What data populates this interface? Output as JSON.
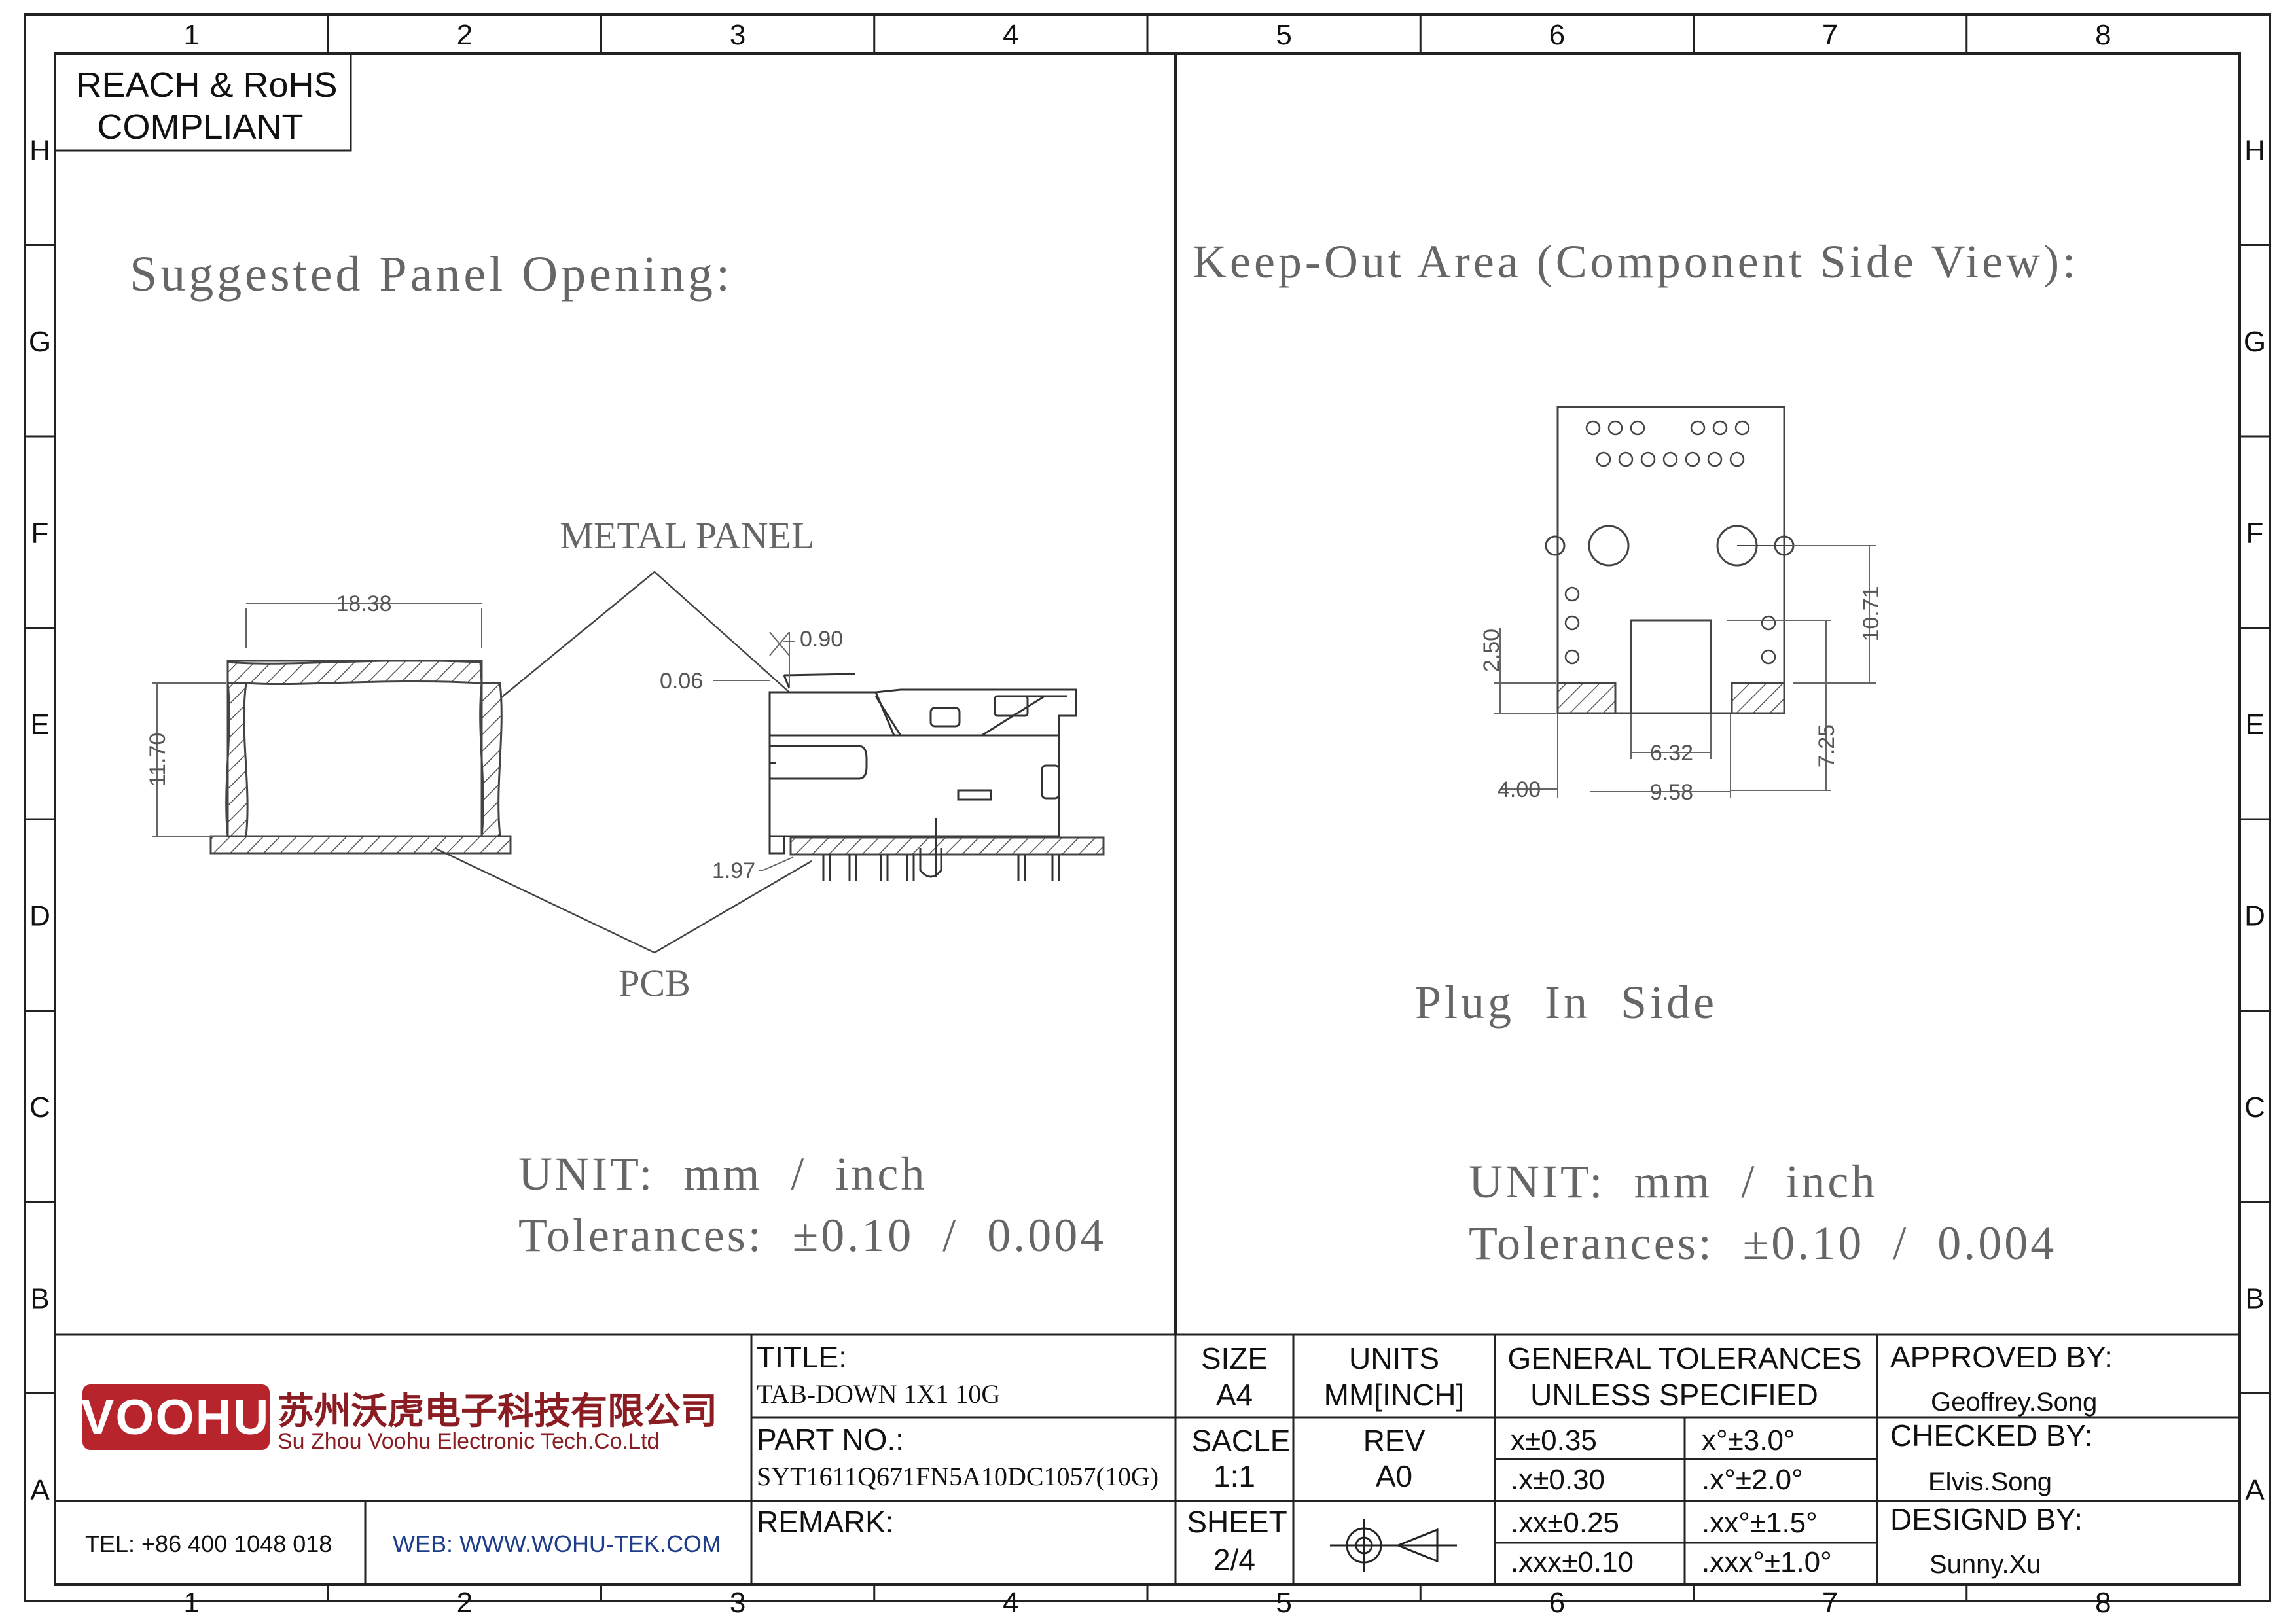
{
  "frame": {
    "columns": [
      "1",
      "2",
      "3",
      "4",
      "5",
      "6",
      "7",
      "8"
    ],
    "rows": [
      "H",
      "G",
      "F",
      "E",
      "D",
      "C",
      "B",
      "A"
    ]
  },
  "compliance": {
    "line1": "REACH & RoHS",
    "line2": "COMPLIANT"
  },
  "left_view": {
    "title": "Suggested Panel Opening:",
    "metal_panel_label": "METAL PANEL",
    "pcb_label": "PCB",
    "dims": {
      "width": "18.38",
      "height": "11.70",
      "gap": "0.90",
      "offset": "0.06",
      "pcb_offset": "1.97"
    },
    "unit": "UNIT:  mm  /  inch",
    "tolerances": "Tolerances:  ±0.10  /  0.004"
  },
  "right_view": {
    "title": "Keep-Out Area (Component Side View):",
    "dims": {
      "d1": "2.50",
      "d2": "10.71",
      "d3": "6.32",
      "d4": "7.25",
      "d5": "4.00",
      "d6": "9.58"
    },
    "plug_side_label": "Plug  In  Side",
    "unit": "UNIT:  mm  /  inch",
    "tolerances": "Tolerances:  ±0.10  /  0.004"
  },
  "title_block": {
    "logo_text": "VOOHU",
    "company_cn": "苏州沃虎电子科技有限公司",
    "company_en": "Su Zhou Voohu Electronic Tech.Co.Ltd",
    "tel": "TEL: +86 400 1048 018",
    "web": "WEB: WWW.WOHU-TEK.COM",
    "title_label": "TITLE:",
    "title_value": "TAB-DOWN 1X1 10G",
    "part_label": "PART NO.:",
    "part_value": "SYT1611Q671FN5A10DC1057(10G)",
    "remark_label": "REMARK:",
    "size_label": "SIZE",
    "size_value": "A4",
    "units_label": "UNITS",
    "units_value": "MM[INCH]",
    "scale_label": "SACLE",
    "scale_value": "1:1",
    "rev_label": "REV",
    "rev_value": "A0",
    "sheet_label": "SHEET",
    "sheet_value": "2/4",
    "gen_tol_line1": "GENERAL TOLERANCES",
    "gen_tol_line2": "UNLESS SPECIFIED",
    "tolerances": [
      [
        "x±0.35",
        "x°±3.0°"
      ],
      [
        ".x±0.30",
        ".x°±2.0°"
      ],
      [
        ".xx±0.25",
        ".xx°±1.5°"
      ],
      [
        ".xxx±0.10",
        ".xxx°±1.0°"
      ]
    ],
    "approved_label": "APPROVED BY:",
    "approved_value": "Geoffrey.Song",
    "checked_label": "CHECKED BY:",
    "checked_value": "Elvis.Song",
    "design_label": "DESIGND BY:",
    "design_value": "Sunny.Xu"
  }
}
